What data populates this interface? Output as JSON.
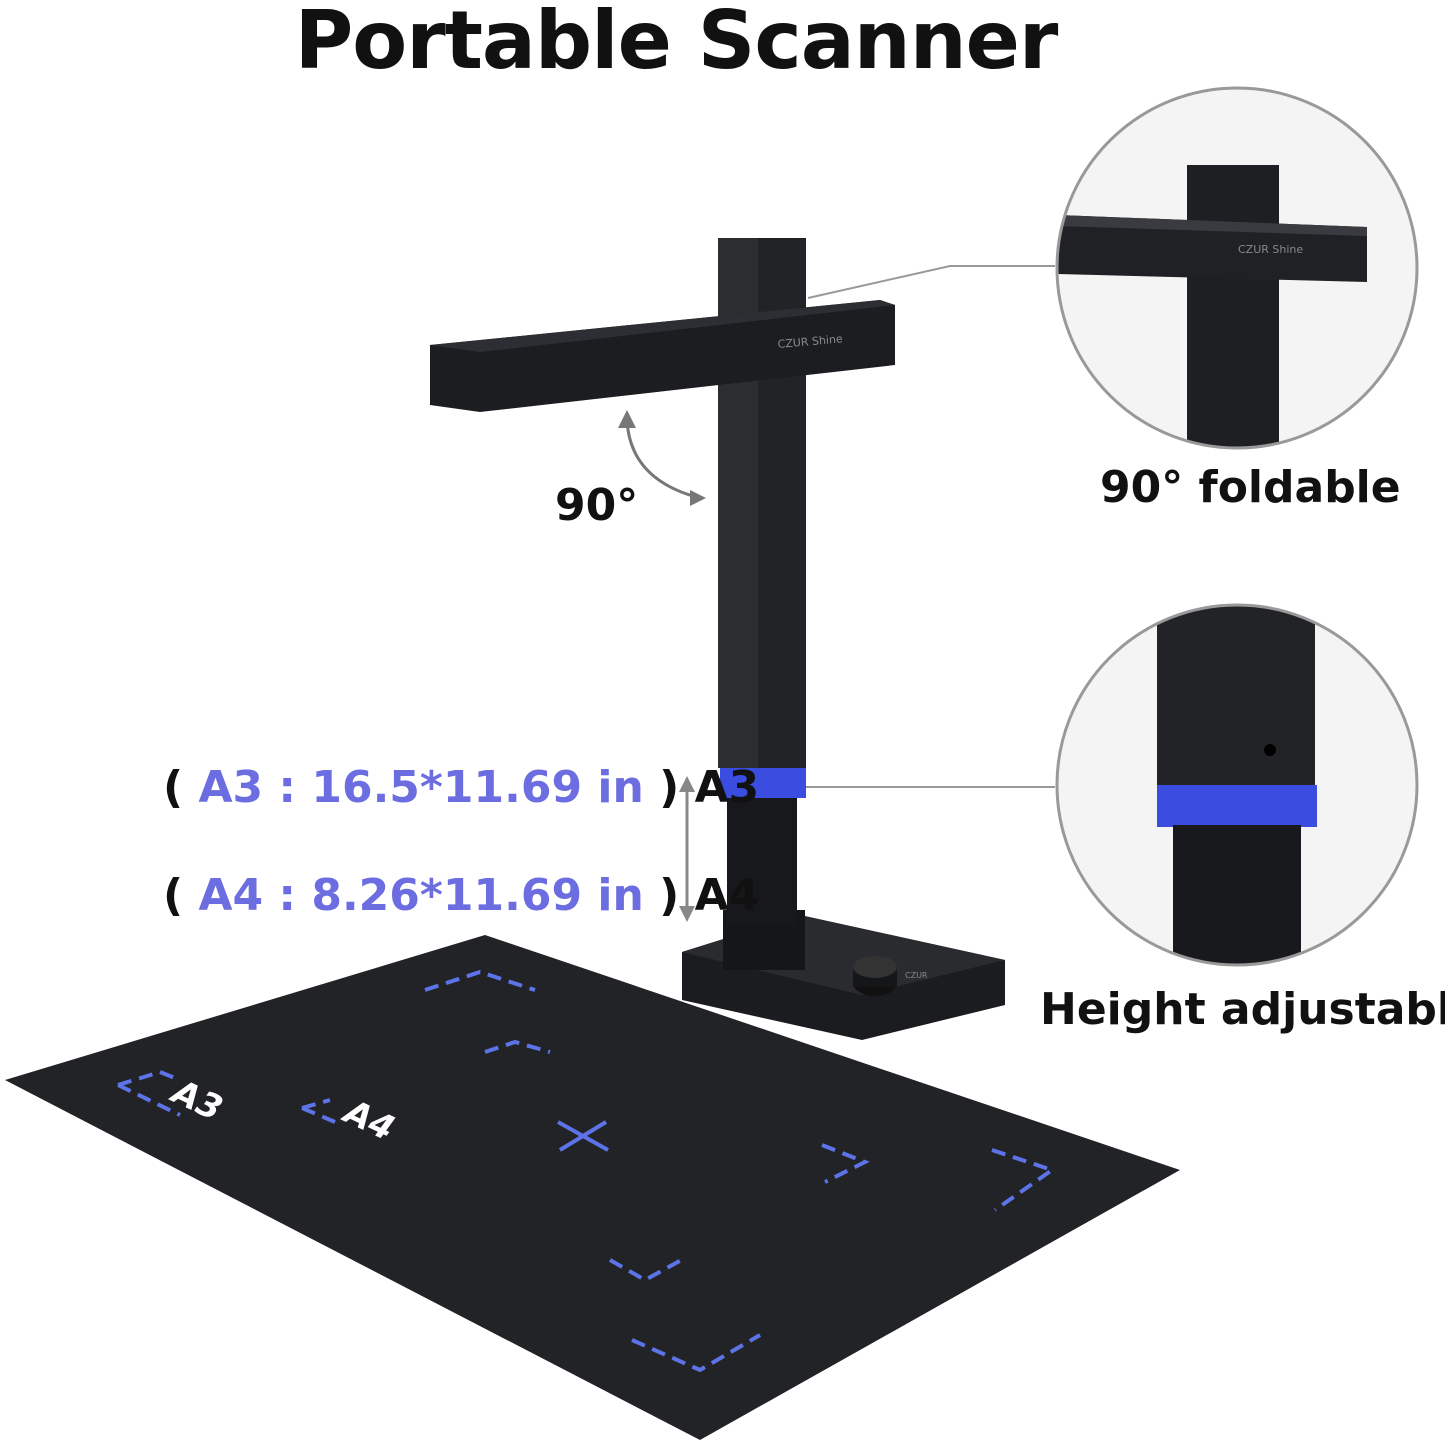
{
  "title": "Portable Scanner",
  "product_brand": "CZUR Shine",
  "base_logo": "CZUR",
  "fold_angle_label": "90°",
  "callouts": {
    "foldable": "90° foldable",
    "height": "Height adjustable"
  },
  "sizes": [
    {
      "open": "(",
      "spec": "A3 : 16.5*11.69 in",
      "close": ")",
      "name": "A3"
    },
    {
      "open": "(",
      "spec": "A4 : 8.26*11.69 in",
      "close": ")",
      "name": "A4"
    }
  ],
  "mat_labels": {
    "a3": "A3",
    "a4": "A4"
  },
  "colors": {
    "accent_blue": "#6b6de0",
    "band_blue": "#3a4de0",
    "device": "#1e1f22",
    "mat": "#222326"
  }
}
